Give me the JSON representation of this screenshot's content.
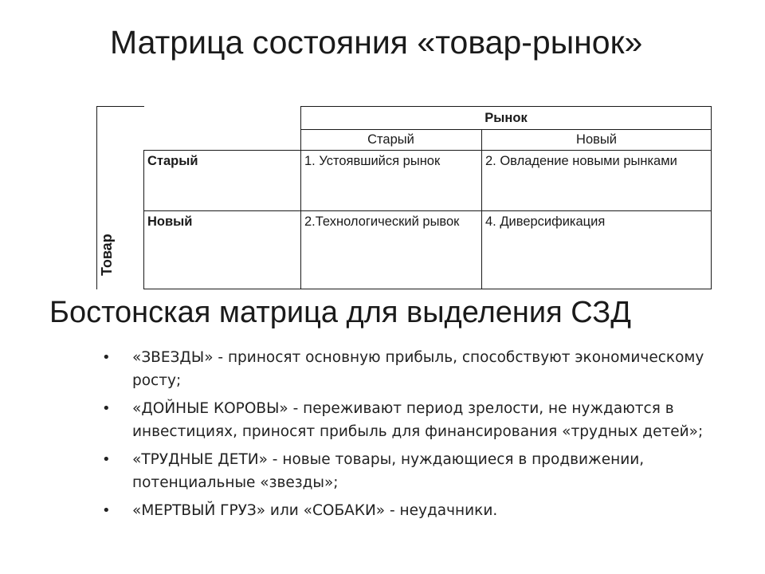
{
  "slide": {
    "title": "Матрица состояния «товар-рынок»",
    "subtitle": "Бостонская матрица для выделения СЗД"
  },
  "matrix": {
    "row_axis_label": "Товар",
    "col_axis_label": "Рынок",
    "col_headers": [
      "Старый",
      "Новый"
    ],
    "rows": [
      {
        "label": "Старый",
        "cells": [
          "1. Устоявшийся рынок",
          "2. Овладение новыми рынками"
        ]
      },
      {
        "label": "Новый",
        "cells": [
          "2.Технологический рывок",
          "4. Диверсификация"
        ]
      }
    ]
  },
  "bullets": [
    "«ЗВЕЗДЫ» - приносят основную прибыль, способствуют экономическому росту;",
    "«ДОЙНЫЕ КОРОВЫ» - переживают период зрелости, не нуждаются в инвестициях, приносят прибыль для финансирования «трудных детей»;",
    "«ТРУДНЫЕ ДЕТИ» - новые товары, нуждающиеся в продвижении, потенциальные «звезды»;",
    "«МЕРТВЫЙ ГРУЗ» или «СОБАКИ» - неудачники."
  ]
}
